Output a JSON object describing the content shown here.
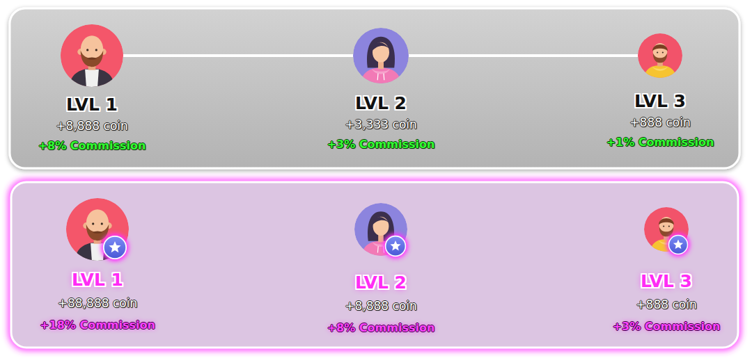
{
  "diagram": {
    "nodes": [
      {
        "text": [
          "LVL 1",
          "+8,888 coin",
          "+8% Commission"
        ]
      },
      {
        "text": [
          "LVL 2",
          "+3,333 coin",
          "+3% Commission"
        ]
      },
      {
        "text": [
          "LVL 3",
          "+888 coin",
          "+1% Commission"
        ]
      },
      {
        "text": [
          "LVL 1",
          "+88,888 coin",
          "+18% Commission"
        ]
      },
      {
        "text": [
          "LVL 2",
          "+8,888 coin",
          "+8% Commission"
        ]
      },
      {
        "text": [
          "LVL 3",
          "+888 coin",
          "+3% Commission"
        ]
      }
    ],
    "edges": [
      {
        "from": 0,
        "to": 1,
        "arrow": "none"
      },
      {
        "from": 1,
        "to": 2,
        "arrow": "none"
      },
      {
        "from": 3,
        "to": 4,
        "arrow": "none"
      },
      {
        "from": 4,
        "to": 5,
        "arrow": "none"
      }
    ]
  }
}
